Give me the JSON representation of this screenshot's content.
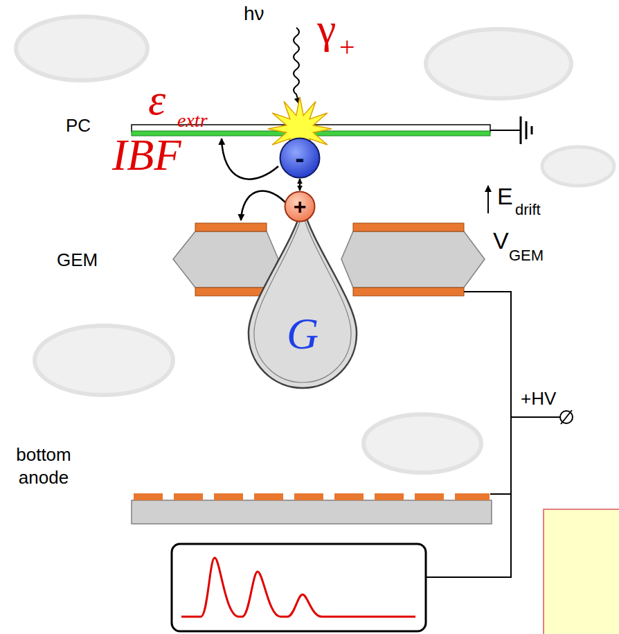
{
  "diagram": {
    "nodes": [
      {
        "text": [
          "-"
        ]
      },
      {
        "text": [
          "+"
        ]
      },
      {
        "text": [
          "G"
        ]
      }
    ],
    "edges": [
      {
        "from": 0,
        "to": 1,
        "arrow": "both"
      }
    ],
    "labels": [
      "hν",
      "γ",
      "+",
      "PC",
      "ε",
      "extr",
      "IBF",
      "E",
      "drift",
      "GEM",
      "V",
      "GEM",
      "+HV",
      "bottom anode"
    ]
  }
}
